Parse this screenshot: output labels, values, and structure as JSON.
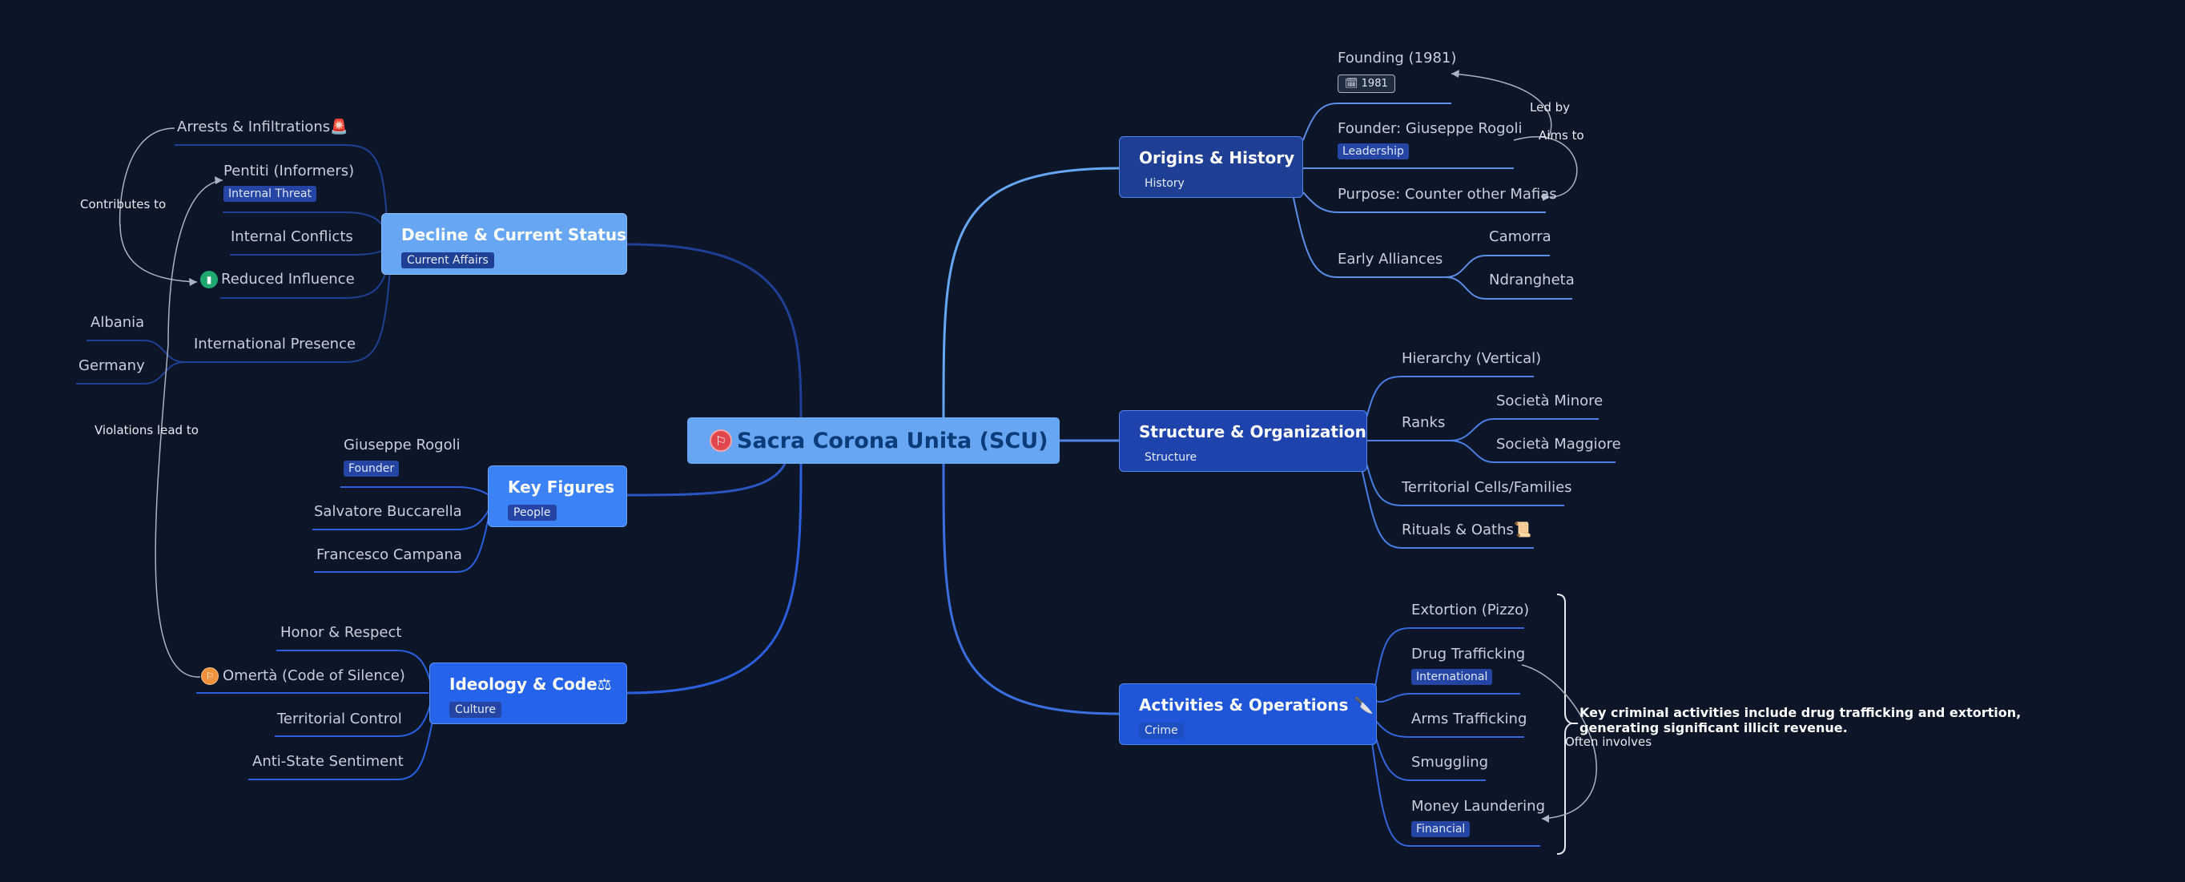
{
  "root": {
    "label": "Sacra Corona Unita (SCU)",
    "icon": "flag-icon"
  },
  "branches": {
    "origins": {
      "label": "Origins & History",
      "tag": "History"
    },
    "structure": {
      "label": "Structure & Organization",
      "tag": "Structure"
    },
    "activities": {
      "label": "Activities & Operations",
      "icon": "🔪",
      "tag": "Crime"
    },
    "decline": {
      "label": "Decline & Current Status",
      "tag": "Current Affairs"
    },
    "figures": {
      "label": "Key Figures",
      "tag": "People"
    },
    "ideology": {
      "label": "Ideology & Code",
      "icon": "⚖",
      "tag": "Culture"
    }
  },
  "leaves": {
    "founding": {
      "label": "Founding (1981)",
      "date": "1981"
    },
    "founder": {
      "label": "Founder: Giuseppe Rogoli",
      "tag": "Leadership"
    },
    "purpose": {
      "label": "Purpose: Counter other Mafias"
    },
    "alliances": {
      "label": "Early Alliances"
    },
    "camorra": {
      "label": "Camorra"
    },
    "ndrangheta": {
      "label": "Ndrangheta"
    },
    "hierarchy": {
      "label": "Hierarchy (Vertical)"
    },
    "ranks": {
      "label": "Ranks"
    },
    "minore": {
      "label": "Società Minore"
    },
    "maggiore": {
      "label": "Società Maggiore"
    },
    "cells": {
      "label": "Territorial Cells/Families"
    },
    "rituals": {
      "label": "Rituals & Oaths",
      "icon": "📜"
    },
    "extortion": {
      "label": "Extortion (Pizzo)"
    },
    "drugs": {
      "label": "Drug Trafficking",
      "tag": "International"
    },
    "arms": {
      "label": "Arms Trafficking"
    },
    "smuggling": {
      "label": "Smuggling"
    },
    "laundering": {
      "label": "Money Laundering",
      "tag": "Financial"
    },
    "arrests": {
      "label": "Arrests & Infiltrations",
      "icon": "🚨"
    },
    "pentiti": {
      "label": "Pentiti (Informers)",
      "tag": "Internal Threat"
    },
    "conflicts": {
      "label": "Internal Conflicts"
    },
    "reduced": {
      "label": "Reduced Influence"
    },
    "intl": {
      "label": "International Presence"
    },
    "albania": {
      "label": "Albania"
    },
    "germany": {
      "label": "Germany"
    },
    "rogoli": {
      "label": "Giuseppe Rogoli",
      "tag": "Founder"
    },
    "buccarella": {
      "label": "Salvatore Buccarella"
    },
    "campana": {
      "label": "Francesco Campana"
    },
    "honor": {
      "label": "Honor & Respect"
    },
    "omerta": {
      "label": "Omertà (Code of Silence)"
    },
    "territorial": {
      "label": "Territorial Control"
    },
    "antistate": {
      "label": "Anti-State Sentiment"
    }
  },
  "relations": {
    "led_by": "Led by",
    "aims_to": "Aims to",
    "often_involves": "Often involves",
    "contributes_to": "Contributes to",
    "violations_lead_to": "Violations lead to"
  },
  "summary": "Key criminal activities include drug trafficking and extortion, generating significant illicit revenue.",
  "colors": {
    "background": "#0d1628",
    "root": "#66a6f2",
    "origins": "#1f3f95",
    "structure": "#1f43ad",
    "activities": "#1f55d8",
    "decline": "#66a6f2",
    "figures": "#3b82f6",
    "ideology": "#2563eb"
  }
}
